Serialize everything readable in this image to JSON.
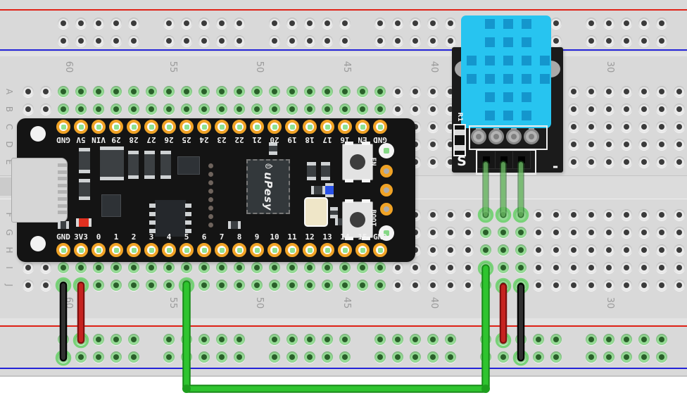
{
  "colors": {
    "rail_positive": "#e02318",
    "rail_negative": "#2323d8",
    "connected_hole_green": "#95db95",
    "wire_green": "#2fc42f",
    "wire_red": "#c62320",
    "wire_black": "#303030",
    "sensor_blue": "#27c4f0",
    "board_black": "#141414"
  },
  "breadboard": {
    "row_labels": [
      "A",
      "B",
      "C",
      "D",
      "E",
      "F",
      "G",
      "H",
      "I",
      "J"
    ],
    "column_labels": [
      "60",
      "55",
      "50",
      "45",
      "40",
      "30"
    ]
  },
  "esp32_board": {
    "logo_text": "uPesy",
    "top_pin_labels": [
      "GND",
      "5V",
      "VIN",
      "29",
      "28",
      "27",
      "26",
      "25",
      "24",
      "23",
      "22",
      "21",
      "20",
      "19",
      "18",
      "17",
      "16",
      "EN",
      "GND"
    ],
    "bottom_pin_labels": [
      "GND",
      "3V3",
      "0",
      "1",
      "2",
      "3",
      "4",
      "5",
      "6",
      "7",
      "8",
      "9",
      "10",
      "11",
      "12",
      "13",
      "14",
      "15",
      "GND"
    ],
    "en_button_label": "EN",
    "boot_button_label": "BOOT"
  },
  "dht11_module": {
    "resistor_label": "R1",
    "signal_label": "S",
    "minus_label": "-"
  },
  "wires": [
    {
      "name": "gnd-to-negative-rail-left",
      "color": "black",
      "from": "ESP32 GND column row J",
      "to": "bottom negative rail"
    },
    {
      "name": "3v3-to-positive-rail-left",
      "color": "red",
      "from": "ESP32 3V3 column row J",
      "to": "bottom positive rail"
    },
    {
      "name": "data-jumper",
      "color": "green",
      "from": "ESP32 pin 5 column row J",
      "to": "DHT11 S column row I"
    },
    {
      "name": "dht-vcc-to-positive-rail",
      "color": "red",
      "from": "DHT11 middle pin column row J",
      "to": "bottom positive rail"
    },
    {
      "name": "dht-gnd-to-negative-rail",
      "color": "black",
      "from": "DHT11 right pin column row J",
      "to": "bottom negative rail"
    }
  ]
}
